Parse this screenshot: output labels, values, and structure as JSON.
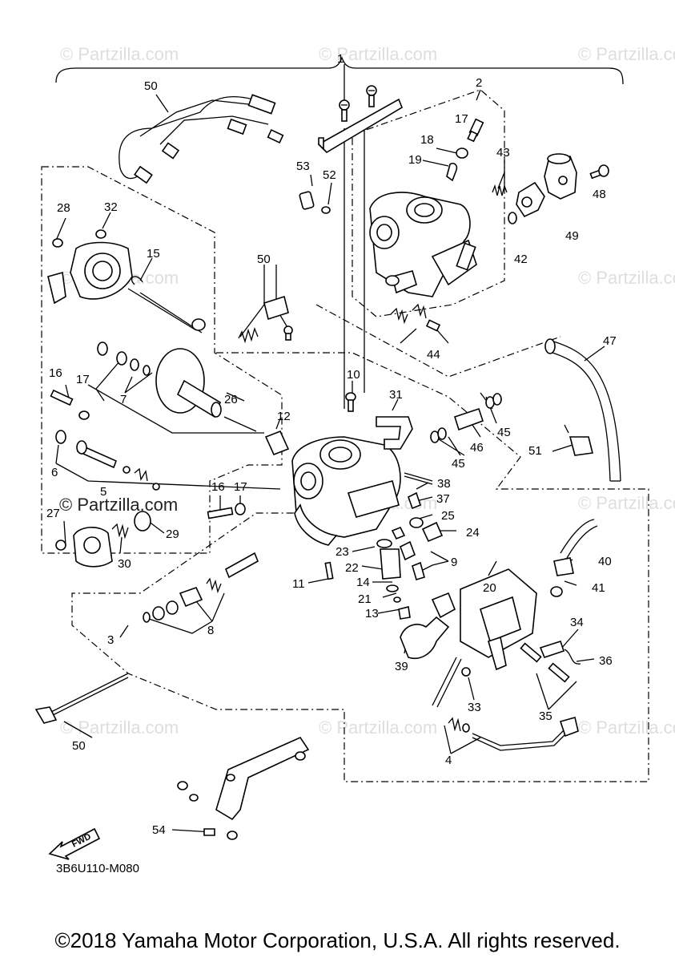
{
  "diagram": {
    "code": "3B6U110-M080",
    "fwd_label": "FWD",
    "copyright": "©2018 Yamaha Motor Corporation, U.S.A. All rights reserved.",
    "watermark": "© Partzilla.com",
    "watermark_prominent": "© Partzilla.com",
    "callouts": [
      "1",
      "2",
      "3",
      "4",
      "6",
      "7",
      "8",
      "9",
      "10",
      "11",
      "12",
      "13",
      "14",
      "15",
      "16",
      "17",
      "18",
      "19",
      "20",
      "21",
      "22",
      "23",
      "24",
      "25",
      "26",
      "27",
      "28",
      "29",
      "30",
      "31",
      "32",
      "33",
      "34",
      "35",
      "36",
      "37",
      "38",
      "39",
      "40",
      "41",
      "42",
      "43",
      "44",
      "45",
      "46",
      "47",
      "48",
      "49",
      "50",
      "51",
      "52",
      "53",
      "54",
      "5"
    ]
  }
}
